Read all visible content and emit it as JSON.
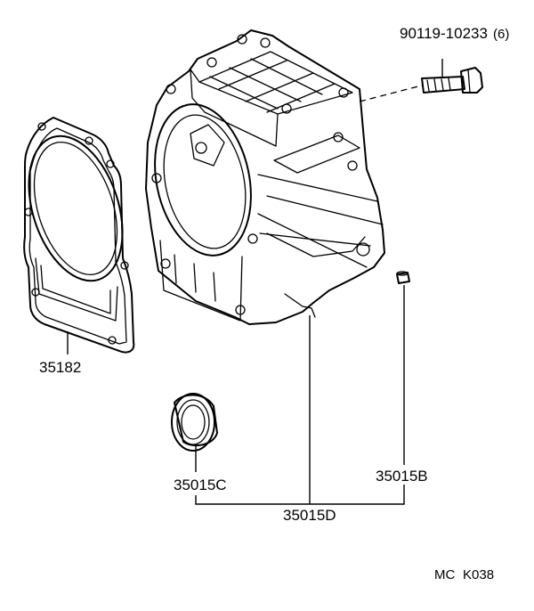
{
  "parts": {
    "bolt": {
      "part_number": "90119-10233",
      "quantity": "(6)"
    },
    "gasket": {
      "part_number": "35182"
    },
    "oil_seal": {
      "part_number": "35015C"
    },
    "pin": {
      "part_number": "35015B"
    },
    "housing_assembly": {
      "part_number": "35015D"
    }
  },
  "diagram_code": {
    "prefix": "MC",
    "code": "K038"
  }
}
